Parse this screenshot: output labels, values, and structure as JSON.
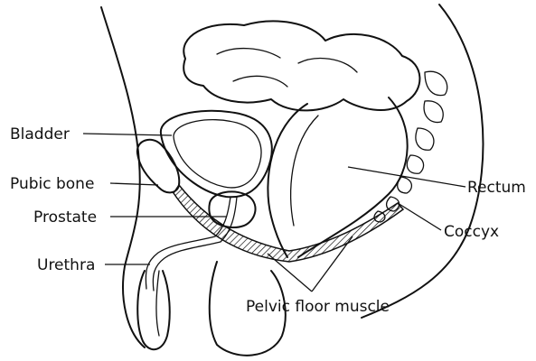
{
  "labels": {
    "bladder": "Bladder",
    "pubic_bone": "Pubic bone",
    "prostate": "Prostate",
    "urethra": "Urethra",
    "rectum": "Rectum",
    "coccyx": "Coccyx",
    "pelvic_floor_muscle": "Pelvic floor muscle"
  },
  "colors": {
    "ink": "#111111",
    "background": "#ffffff"
  }
}
